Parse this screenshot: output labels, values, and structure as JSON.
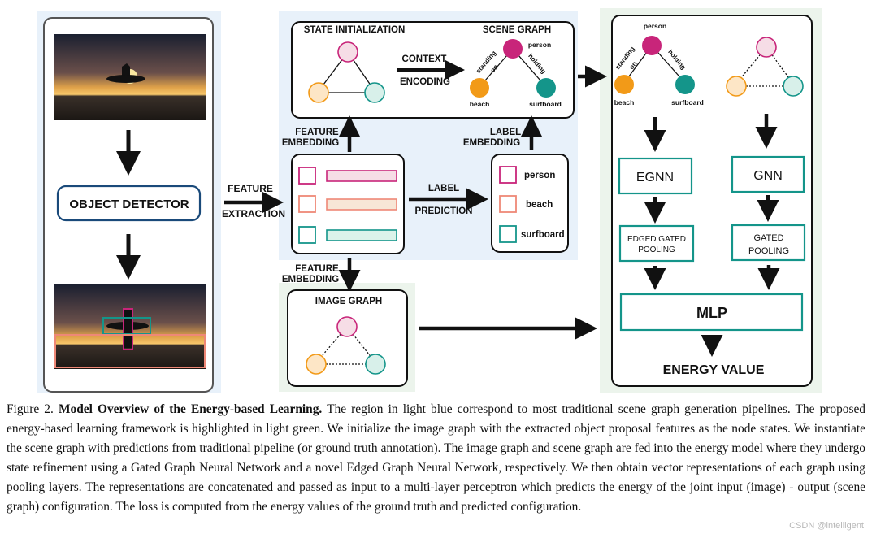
{
  "figure": {
    "left_panel": {
      "detector_label": "OBJECT DETECTOR"
    },
    "arrows": {
      "feature_extraction_1": "FEATURE",
      "feature_extraction_2": "EXTRACTION",
      "feature_embedding_top_1": "FEATURE",
      "feature_embedding_top_2": "EMBEDDING",
      "label_embedding_1": "LABEL",
      "label_embedding_2": "EMBEDDING",
      "label_prediction_1": "LABEL",
      "label_prediction_2": "PREDICTION",
      "feature_embedding_bottom_1": "FEATURE",
      "feature_embedding_bottom_2": "EMBEDDING",
      "context_encoding_1": "CONTEXT",
      "context_encoding_2": "ENCODING"
    },
    "state_init": {
      "title": "STATE INITIALIZATION"
    },
    "scene_graph": {
      "title": "SCENE GRAPH",
      "node_person": "person",
      "node_beach": "beach",
      "node_surfboard": "surfboard",
      "edge_standing_1": "standing",
      "edge_standing_2": "on",
      "edge_holding": "holding"
    },
    "labels_box": {
      "items": [
        "person",
        "beach",
        "surfboard"
      ]
    },
    "image_graph": {
      "title": "IMAGE GRAPH"
    },
    "energy_model": {
      "node_person": "person",
      "node_beach": "beach",
      "node_surfboard": "surfboard",
      "edge_standing_1": "standing",
      "edge_standing_2": "on",
      "edge_holding": "holding",
      "egnn": "EGNN",
      "gnn": "GNN",
      "edged_pool_1": "EDGED GATED",
      "edged_pool_2": "POOLING",
      "gated_pool_1": "GATED",
      "gated_pool_2": "POOLING",
      "mlp": "MLP",
      "energy_value": "ENERGY VALUE"
    },
    "colors": {
      "light_blue": "#e8f1fa",
      "light_green": "#ecf4ec",
      "teal": "#14958a",
      "magenta": "#c8257a",
      "orange": "#f29a18",
      "salmon": "#ee8877",
      "navy": "#1a4a7a"
    }
  },
  "caption": {
    "prefix": "Figure 2. ",
    "bold": "Model Overview of the Energy-based Learning.",
    "body": " The region in light blue correspond to most traditional scene graph generation pipelines. The proposed energy-based learning framework is highlighted in light green. We initialize the image graph with the extracted object proposal features as the node states. We instantiate the scene graph with predictions from traditional pipeline (or ground truth annotation). The image graph and scene graph are fed into the energy model where they undergo state refinement using a Gated Graph Neural Network and a novel Edged Graph Neural Network, respectively. We then obtain vector representations of each graph using pooling layers. The representations are concatenated and passed as input to a multi-layer perceptron which predicts the energy of the joint input (image) - output (scene graph) configuration. The loss is computed from the energy values of the ground truth and predicted configuration."
  },
  "watermark": "CSDN @intelligent"
}
